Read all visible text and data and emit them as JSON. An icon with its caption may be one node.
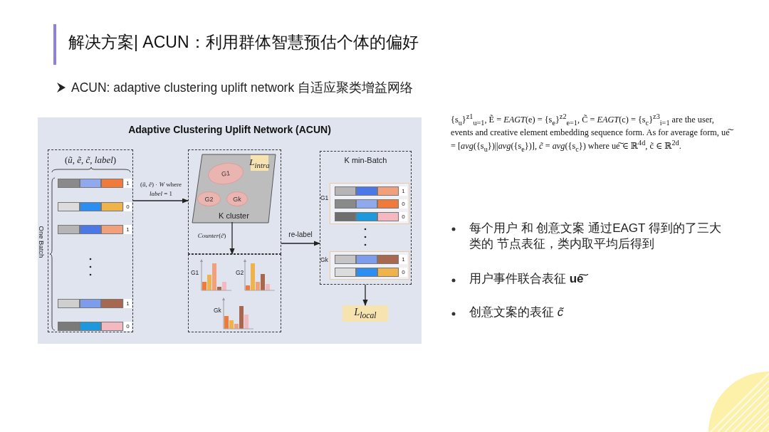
{
  "diagram": {
    "title": "解决方案| ACUN：利用群体智慧预估个体的偏好",
    "nodes": [
      {
        "text": [
          "(*ũ*, *ẽ*, *c̃*, *label*)"
        ],
        "beside": [
          "One Batch"
        ]
      },
      {
        "text": [
          "1"
        ],
        "in": 0
      },
      {
        "text": [
          "0"
        ],
        "in": 0
      },
      {
        "text": [
          "1"
        ],
        "in": 0
      },
      {
        "text": [
          "1"
        ],
        "in": 0
      },
      {
        "text": [
          "0"
        ],
        "in": 0
      },
      {
        "text": [],
        "shape": "box"
      },
      {
        "text": [
          "K cluster"
        ],
        "in": 6
      },
      {
        "text": [
          "G1"
        ],
        "in": 7
      },
      {
        "text": [
          "G2"
        ],
        "in": 7
      },
      {
        "text": [
          "Gk"
        ],
        "in": 7
      },
      {
        "text": [
          "L$_{intra}$"
        ],
        "in": 7
      },
      {
        "text": [],
        "shape": "box"
      },
      {
        "text": [
          "K min-Batch"
        ]
      },
      {
        "text": [],
        "shape": "box",
        "in": 13,
        "beside": [
          "G1"
        ]
      },
      {
        "text": [
          "1"
        ],
        "in": 14
      },
      {
        "text": [
          "0"
        ],
        "in": 14
      },
      {
        "text": [
          "0"
        ],
        "in": 14
      },
      {
        "text": [],
        "shape": "box",
        "in": 13,
        "beside": [
          "Gk"
        ]
      },
      {
        "text": [
          "1"
        ],
        "in": 18
      },
      {
        "text": [
          "0"
        ],
        "in": 18
      },
      {
        "text": [
          "L$_{local}$"
        ]
      }
    ],
    "edges": [
      {
        "from": 0,
        "to": 6,
        "arrow": "to",
        "label": "(*ũ*, *ẽ*) · *W* where *label* = 1"
      },
      {
        "from": 7,
        "to": 12,
        "arrow": "to",
        "label": "*Counter*(*c̃*)"
      },
      {
        "from": 6,
        "to": 13,
        "arrow": "to",
        "label": "re-label"
      },
      {
        "from": 13,
        "to": 21,
        "arrow": "to"
      }
    ],
    "labels": [
      "ACUN: adaptive clustering uplift network 自适应聚类增益网络",
      "Adaptive Clustering Uplift Network (ACUN)",
      "G1",
      "G2",
      "Gk",
      "{s$_{u}$}$^{z1}$$_{u=1}$, Ẽ = *EAGT*(e) = {s$_{e}$}$^{z2}$$_{e=1}$, C̃ = *EAGT*(c) = {s$_{c}$}$^{z3}$$_{i=1}$ are the user, events and creative element embedding sequence form. As for average form, ue͠ = [*avg*({s$_{u}$})||*avg*({s$_{e}$})], *c̃* = *avg*({s$_{c}$}) where ue͠ ∈ ℝ$^{4d}$, c̃ ∈ ℝ$^{2d}$.",
      "每个用户 和 创意文案 通过EAGT 得到的了三大类的 节点表征，类内取平均后得到",
      "用户事件联合表征 **ue͠**",
      "创意文案的表征 *c̃*"
    ]
  }
}
